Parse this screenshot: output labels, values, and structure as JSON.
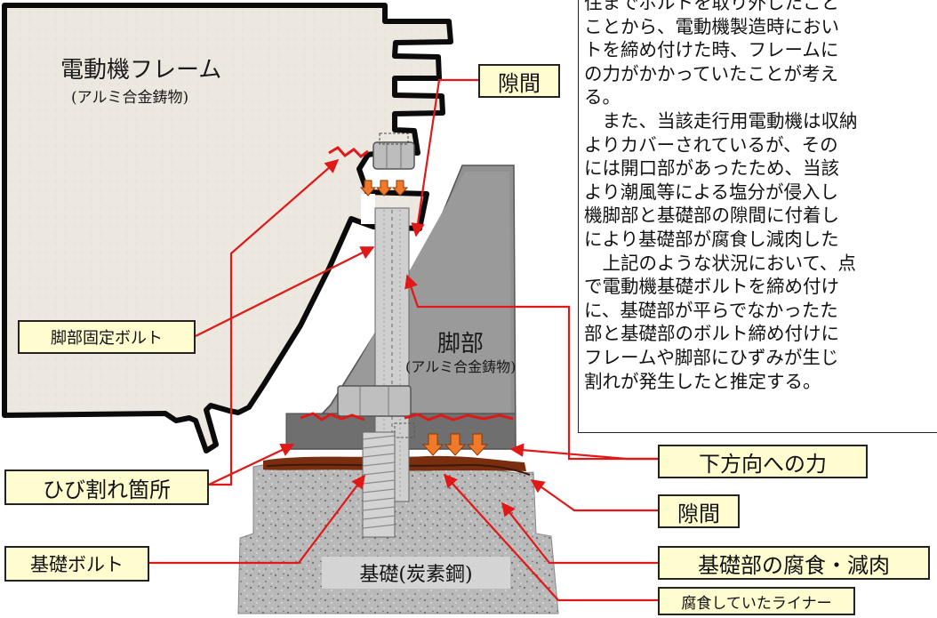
{
  "labels": {
    "motor_frame": "電動機フレーム",
    "motor_frame_material": "(アルミ合金鋳物)",
    "leg": "脚部",
    "leg_material": "(アルミ合金鋳物)",
    "foundation": "基礎(炭素鋼)"
  },
  "callouts": {
    "gap_top": "隙間",
    "leg_bolt": "脚部固定ボルト",
    "crack_location": "ひび割れ箇所",
    "foundation_bolt": "基礎ボルト",
    "downward_force": "下方向への力",
    "gap_bottom": "隙間",
    "corrosion": "基礎部の腐食・減肉",
    "corroded_liner": "腐食していたライナー"
  },
  "note_lines": [
    "住までボルトを取り外したこと",
    "ことから、電動機製造時におい",
    "トを締め付けた時、フレームに",
    "の力がかかっていたことが考え",
    "る。",
    "　また、当該走行用電動機は収納",
    "よりカバーされているが、その",
    "には開口部があったため、当該",
    "より潮風等による塩分が侵入し",
    "機脚部と基礎部の隙間に付着し",
    "により基礎部が腐食し減肉した",
    "　上記のような状況において、点",
    "で電動機基礎ボルトを締め付け",
    "に、基礎部が平らでなかったた",
    "部と基礎部のボルト締め付けに",
    "フレームや脚部にひずみが生じ",
    "割れが発生したと推定する。"
  ],
  "colors": {
    "leader": "#e01818",
    "arrow_fill": "#f07a2a",
    "callout_bg": "#fffcd0",
    "frame_fill": "#ebe7df",
    "leg_fill": "#8f8f8f",
    "foundation_fill": "#b8b8b8",
    "rust": "#7a2e10"
  }
}
